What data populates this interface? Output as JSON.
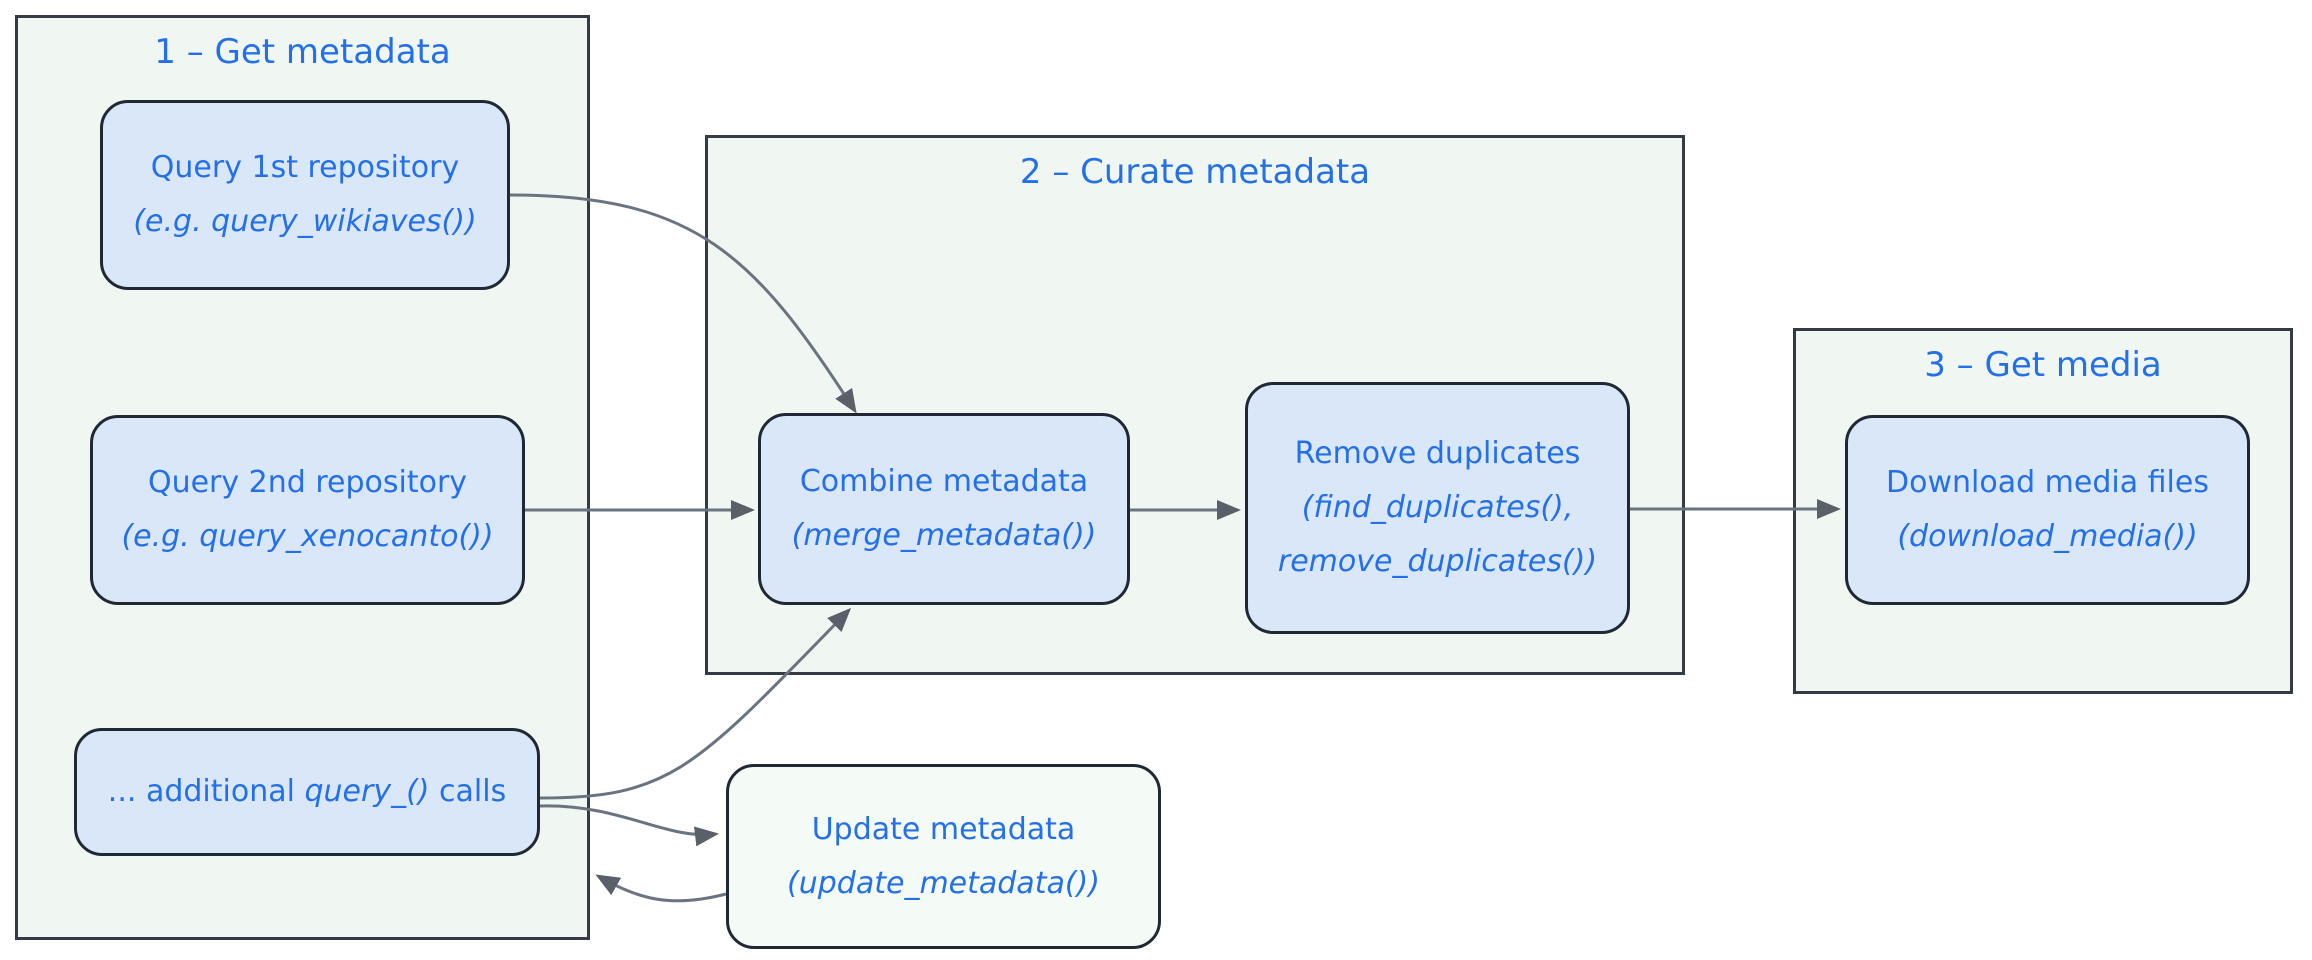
{
  "diagram": {
    "background_color": "#ffffff",
    "group_fill_color": "#f0f7f2",
    "node_fill_color": "#d9e7f9",
    "plain_node_fill_color": "#f4faf5",
    "border_color": "#202833",
    "text_color": "#2470e8",
    "arrow_color": "#6a7480",
    "groups": {
      "get_metadata": {
        "title": "1 – Get metadata"
      },
      "curate_metadata": {
        "title": "2 – Curate metadata"
      },
      "get_media": {
        "title": "3 – Get media"
      }
    },
    "nodes": {
      "query_1st": {
        "title": "Query 1st repository",
        "subtitle": "(e.g. query_wikiaves())"
      },
      "query_2nd": {
        "title": "Query 2nd repository",
        "subtitle": "(e.g. query_xenocanto())"
      },
      "additional_queries": {
        "prefix": "... additional ",
        "code": "query_()",
        "suffix": " calls"
      },
      "combine": {
        "title": "Combine metadata",
        "subtitle": "(merge_metadata())"
      },
      "remove_duplicates": {
        "title": "Remove duplicates",
        "subtitle": "(find_duplicates(),",
        "subtitle2": "remove_duplicates())"
      },
      "download_media": {
        "title": "Download media files",
        "subtitle": "(download_media())"
      },
      "update_metadata": {
        "title": "Update metadata",
        "subtitle": "(update_metadata())"
      }
    },
    "edges": [
      {
        "from": "query_1st_repository",
        "to": "combine_metadata"
      },
      {
        "from": "query_2nd_repository",
        "to": "combine_metadata"
      },
      {
        "from": "combine_metadata",
        "to": "remove_duplicates"
      },
      {
        "from": "remove_duplicates",
        "to": "download_media_files"
      },
      {
        "from": "additional_query_calls",
        "to": "combine_metadata"
      },
      {
        "from": "additional_query_calls",
        "to": "update_metadata"
      },
      {
        "from": "update_metadata",
        "to": "additional_query_calls"
      }
    ]
  }
}
